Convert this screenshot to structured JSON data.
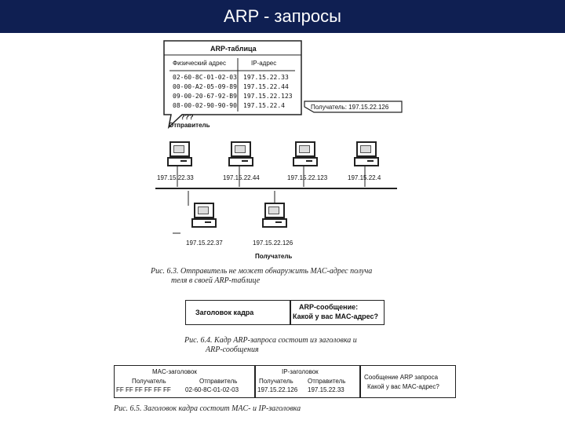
{
  "slide": {
    "title": "ARP - запросы"
  },
  "arp_table": {
    "title": "ARP-таблица",
    "col_mac": "Физический адрес",
    "col_ip": "IP-адрес",
    "rows": [
      {
        "mac": "02-60-8C-01-02-03",
        "ip": "197.15.22.33"
      },
      {
        "mac": "00-00-A2-05-09-89",
        "ip": "197.15.22.44"
      },
      {
        "mac": "09-00-20-67-92-B9",
        "ip": "197.15.22.123"
      },
      {
        "mac": "08-00-02-90-90-90",
        "ip": "197.15.22.4"
      }
    ]
  },
  "fig63": {
    "question": "???",
    "sender_label": "Отправитель",
    "receiver_box": "Получатель: 197.15.22.126",
    "hosts_top": [
      "197.15.22.33",
      "197.15.22.44",
      "197.15.22.123",
      "197.15.22.4"
    ],
    "hosts_bottom": [
      "197.15.22.37",
      "197.15.22.126"
    ],
    "receiver_label": "Получатель",
    "caption_line1": "Рис. 6.3. Отправитель не может обнаружить MAC-адрес получа",
    "caption_line2": "теля в своей ARP-таблице"
  },
  "fig64": {
    "frame_header": "Заголовок кадра",
    "arp_message": "ARP-сообщение:",
    "arp_question": "Какой у вас MAC-адрес?",
    "caption_line1": "Рис. 6.4. Кадр ARP-запроса состоит из заголовка и",
    "caption_line2": "ARP-сообщения"
  },
  "fig65": {
    "mac_header": "MAC-заголовок",
    "mac_receiver": "Получатель",
    "mac_sender": "Отправитель",
    "mac_receiver_value": "FF FF FF FF FF FF",
    "mac_sender_value": "02-60-8C-01-02-03",
    "ip_header": "IP-заголовок",
    "ip_receiver": "Получатель",
    "ip_sender": "Отправитель",
    "ip_receiver_value": "197.15.22.126",
    "ip_sender_value": "197.15.22.33",
    "arp_message": "Сообщение ARP запроса",
    "arp_question": "Какой у вас MAC-адрес?",
    "caption": "Рис. 6.5. Заголовок кадра состоит MAC- и IP-заголовка"
  }
}
